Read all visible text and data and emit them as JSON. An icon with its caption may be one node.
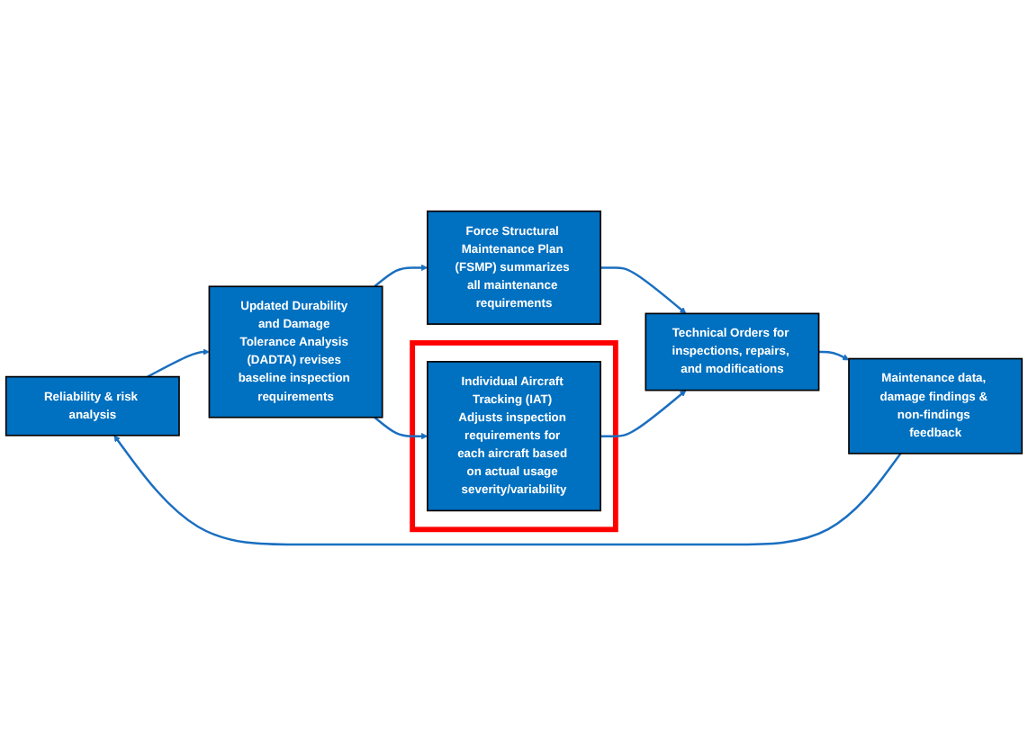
{
  "diagram": {
    "nodes": [
      {
        "text": [
          "Reliability & risk analysis"
        ]
      },
      {
        "text": [
          "Maintenance data, damage findings & non-findings feedback"
        ]
      },
      {
        "text": [
          "Updated Durability and Damage Tolerance Analysis (DADTA) revises baseline inspection requirements"
        ]
      },
      {
        "text": [
          "Force Structural Maintenance Plan (FSMP) summarizes all maintenance requirements"
        ]
      },
      {
        "text": [
          "Technical Orders for inspections, repairs, and modifications"
        ]
      },
      {
        "text": [],
        "shape": "box"
      },
      {
        "text": [
          "Individual Aircraft Tracking (IAT) Adjusts inspection requirements for each aircraft based on actual usage severity/variability"
        ],
        "in": 5
      }
    ],
    "edges": [
      {
        "from": 1,
        "to": 0,
        "arrow": "to"
      },
      {
        "from": 0,
        "to": 2,
        "arrow": "to"
      },
      {
        "from": 2,
        "to": 3,
        "arrow": "to"
      },
      {
        "from": 3,
        "to": 4,
        "arrow": "to"
      },
      {
        "from": 2,
        "to": 6,
        "arrow": "to"
      },
      {
        "from": 6,
        "to": 4,
        "arrow": "to"
      },
      {
        "from": 4,
        "to": 1,
        "arrow": "to"
      }
    ]
  }
}
